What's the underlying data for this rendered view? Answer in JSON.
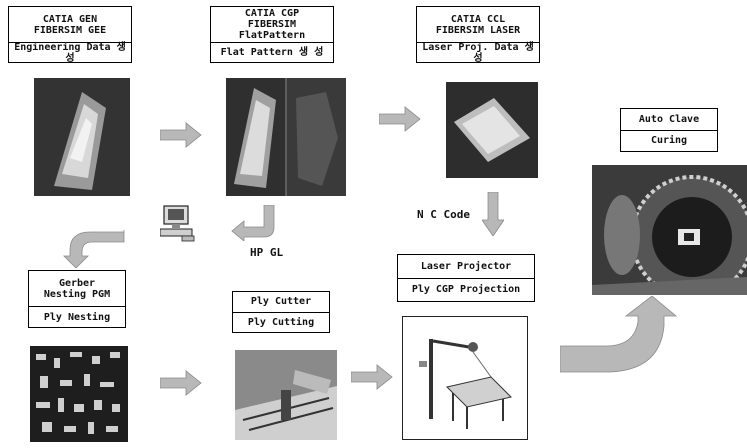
{
  "steps": [
    {
      "id": "catia-gen",
      "title_line1": "CATIA GEN",
      "title_line2": "FIBERSIM GEE",
      "task": "Engineering Data 생 성"
    },
    {
      "id": "catia-cgp",
      "title_line1": "CATIA CGP",
      "title_line2": "FIBERSIM FlatPattern",
      "task": "Flat Pattern 생 성"
    },
    {
      "id": "catia-ccl",
      "title_line1": "CATIA CCL",
      "title_line2": "FIBERSIM LASER",
      "task": "Laser Proj. Data 생 성"
    },
    {
      "id": "autoclave",
      "title_line1": "Auto Clave",
      "task": "Curing"
    },
    {
      "id": "gerber",
      "title_line1": "Gerber",
      "title_line2": "Nesting PGM",
      "task": "Ply Nesting"
    },
    {
      "id": "ply-cutter",
      "title_line1": "Ply Cutter",
      "task": "Ply Cutting"
    },
    {
      "id": "laser-projector",
      "title_line1": "Laser Projector",
      "task": "Ply CGP Projection"
    }
  ],
  "annotations": {
    "hpgl": "HP GL",
    "nc_code": "N C Code"
  },
  "colors": {
    "arrow_gray": "#b8b8b8",
    "photo_dark": "#2a2a2a"
  }
}
